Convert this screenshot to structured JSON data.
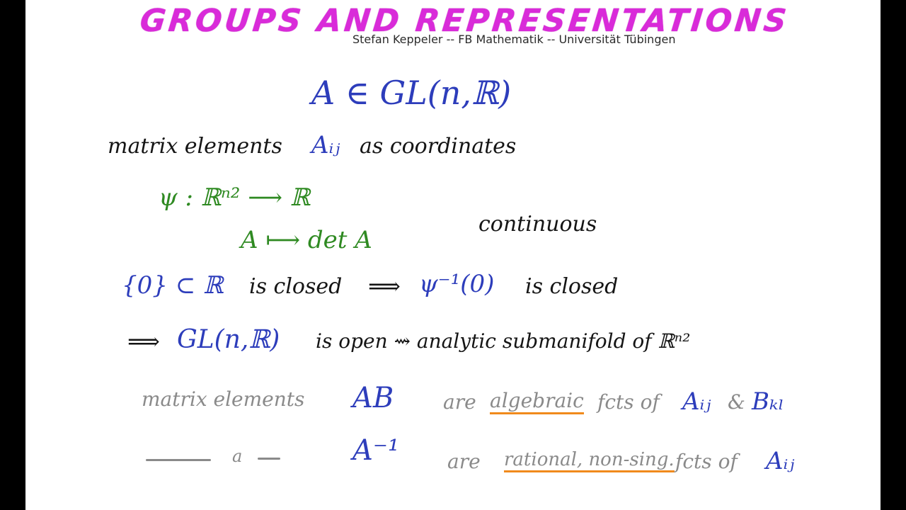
{
  "header": {
    "title": "GROUPS AND REPRESENTATIONS",
    "subtitle": "Stefan Keppeler -- FB Mathematik -- Universität Tübingen"
  },
  "lines": {
    "l1": "A ∈ GL(n,ℝ)",
    "l2_text": "matrix elements",
    "l2_sym": "Aᵢⱼ",
    "l2_end": "as coordinates",
    "l3": "ψ : ℝⁿ² ⟶ ℝ",
    "l4": "A ⟼ det A",
    "l4_note": "continuous",
    "l5_a": "{0} ⊂ ℝ",
    "l5_b": "is closed",
    "l5_c": "⟹",
    "l5_d": "ψ⁻¹(0)",
    "l5_e": "is closed",
    "l6_a": "⟹",
    "l6_b": "GL(n,ℝ)",
    "l6_c": "is open ⇝ analytic submanifold of ℝⁿ²",
    "l7_a": "matrix elements",
    "l7_b": "AB",
    "l7_c": "are",
    "l7_d": "algebraic",
    "l7_e": "fcts of",
    "l7_f": "Aᵢⱼ",
    "l7_g": "&",
    "l7_h": "Bₖₗ",
    "l8_dash": "a",
    "l8_a": "A⁻¹",
    "l8_b": "are",
    "l8_c": "rational, non-sing.",
    "l8_d": "fcts of",
    "l8_e": "Aᵢⱼ"
  }
}
